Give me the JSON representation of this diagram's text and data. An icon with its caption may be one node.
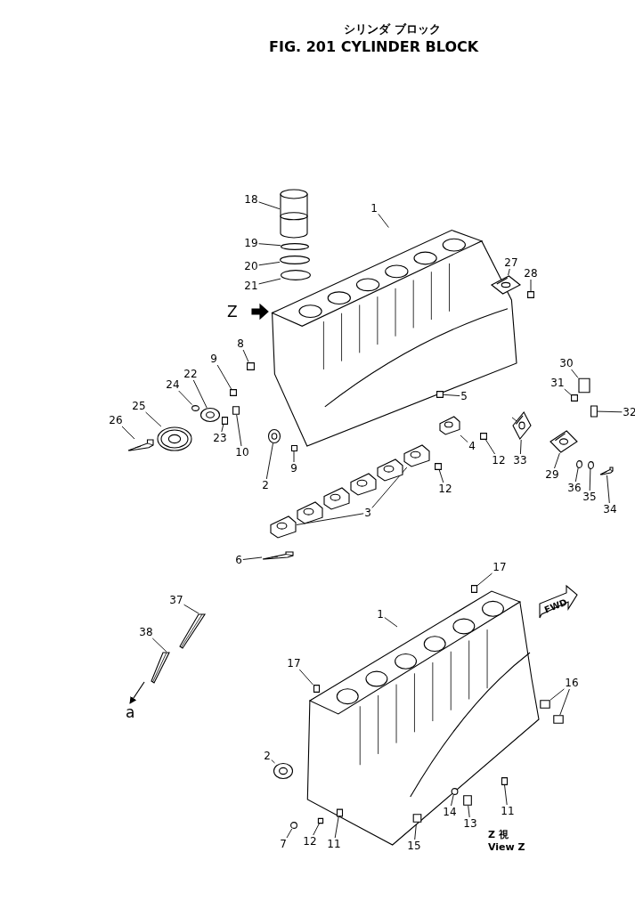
{
  "diagram": {
    "title": "FIG. 201 CYLINDER BLOCK",
    "nodes": [
      {
        "text": [
          "1"
        ]
      },
      {
        "text": [
          "18"
        ]
      },
      {
        "text": [
          "19"
        ]
      },
      {
        "text": [
          "20"
        ]
      },
      {
        "text": [
          "21"
        ]
      },
      {
        "text": [
          "27"
        ]
      },
      {
        "text": [
          "28"
        ]
      },
      {
        "text": [
          "8"
        ]
      },
      {
        "text": [
          "9"
        ]
      },
      {
        "text": [
          "22"
        ]
      },
      {
        "text": [
          "24"
        ]
      },
      {
        "text": [
          "25"
        ]
      },
      {
        "text": [
          "26"
        ]
      },
      {
        "text": [
          "23"
        ]
      },
      {
        "text": [
          "10"
        ]
      },
      {
        "text": [
          "9"
        ]
      },
      {
        "text": [
          "2"
        ]
      },
      {
        "text": [
          "5"
        ]
      },
      {
        "text": [
          "12"
        ]
      },
      {
        "text": [
          "4"
        ]
      },
      {
        "text": [
          "12"
        ]
      },
      {
        "text": [
          "3"
        ]
      },
      {
        "text": [
          "6"
        ]
      },
      {
        "text": [
          "33"
        ]
      },
      {
        "text": [
          "30"
        ]
      },
      {
        "text": [
          "31"
        ]
      },
      {
        "text": [
          "32"
        ]
      },
      {
        "text": [
          "29"
        ]
      },
      {
        "text": [
          "36"
        ]
      },
      {
        "text": [
          "35"
        ]
      },
      {
        "text": [
          "34"
        ]
      },
      {
        "text": [
          "17"
        ]
      },
      {
        "text": [
          "1"
        ]
      },
      {
        "text": [
          "37"
        ]
      },
      {
        "text": [
          "38"
        ]
      },
      {
        "text": [
          "17"
        ]
      },
      {
        "text": [
          "16"
        ]
      },
      {
        "text": [
          "2"
        ]
      },
      {
        "text": [
          "11"
        ]
      },
      {
        "text": [
          "14"
        ]
      },
      {
        "text": [
          "13"
        ]
      },
      {
        "text": [
          "7"
        ]
      },
      {
        "text": [
          "12"
        ]
      },
      {
        "text": [
          "11"
        ]
      },
      {
        "text": [
          "15"
        ]
      },
      {
        "text": [],
        "shape": "picture"
      },
      {
        "text": [],
        "shape": "picture"
      },
      {
        "text": [],
        "shape": "circle"
      },
      {
        "text": [],
        "shape": "circle"
      },
      {
        "text": [],
        "shape": "circle"
      },
      {
        "text": [],
        "shape": "picture"
      },
      {
        "text": [],
        "shape": "box"
      },
      {
        "text": [],
        "shape": "box"
      },
      {
        "text": [],
        "shape": "box"
      },
      {
        "text": [],
        "shape": "picture"
      },
      {
        "text": [],
        "shape": "circle"
      },
      {
        "text": [],
        "shape": "picture"
      },
      {
        "text": [],
        "shape": "picture"
      },
      {
        "text": [],
        "shape": "box"
      },
      {
        "text": [],
        "shape": "box"
      },
      {
        "text": [],
        "shape": "box"
      },
      {
        "text": [],
        "shape": "picture"
      },
      {
        "text": [],
        "shape": "box"
      },
      {
        "text": [],
        "shape": "box"
      },
      {
        "text": [],
        "shape": "picture"
      },
      {
        "text": [],
        "shape": "box"
      },
      {
        "text": [],
        "shape": "picture"
      },
      {
        "text": [],
        "shape": "picture"
      },
      {
        "text": [],
        "shape": "picture"
      },
      {
        "text": [],
        "shape": "picture"
      },
      {
        "text": [],
        "shape": "picture"
      },
      {
        "text": [],
        "shape": "picture"
      },
      {
        "text": [],
        "shape": "picture"
      },
      {
        "text": [],
        "shape": "picture"
      },
      {
        "text": [],
        "shape": "box"
      },
      {
        "text": [],
        "shape": "box"
      },
      {
        "text": [],
        "shape": "box"
      },
      {
        "text": [],
        "shape": "picture"
      },
      {
        "text": [],
        "shape": "circle"
      },
      {
        "text": [],
        "shape": "circle"
      },
      {
        "text": [],
        "shape": "picture"
      },
      {
        "text": [],
        "shape": "box"
      },
      {
        "text": [],
        "shape": "picture",
        "beside": [
          "FWD"
        ]
      },
      {
        "text": [],
        "shape": "picture"
      },
      {
        "text": [],
        "shape": "picture"
      },
      {
        "text": [],
        "shape": "box"
      },
      {
        "text": [],
        "shape": "box"
      },
      {
        "text": [],
        "shape": "box"
      },
      {
        "text": [],
        "shape": "picture"
      },
      {
        "text": [],
        "shape": "box"
      },
      {
        "text": [],
        "shape": "circle",
        "in": 82
      },
      {
        "text": [],
        "shape": "box"
      },
      {
        "text": [],
        "shape": "circle"
      },
      {
        "text": [],
        "shape": "box"
      },
      {
        "text": [],
        "shape": "box",
        "in": 82
      },
      {
        "text": [],
        "shape": "box",
        "in": 82
      }
    ],
    "edges": [
      {
        "from": 0,
        "to": 45,
        "arrow": "none"
      },
      {
        "from": 1,
        "to": 46,
        "arrow": "none"
      },
      {
        "from": 2,
        "to": 47,
        "arrow": "none"
      },
      {
        "from": 3,
        "to": 48,
        "arrow": "none"
      },
      {
        "from": 4,
        "to": 49,
        "arrow": "none"
      },
      {
        "from": 5,
        "to": 50,
        "arrow": "none"
      },
      {
        "from": 6,
        "to": 51,
        "arrow": "none"
      },
      {
        "from": 7,
        "to": 52,
        "arrow": "none"
      },
      {
        "from": 8,
        "to": 53,
        "arrow": "none"
      },
      {
        "from": 9,
        "to": 54,
        "arrow": "none"
      },
      {
        "from": 10,
        "to": 55,
        "arrow": "none"
      },
      {
        "from": 11,
        "to": 56,
        "arrow": "none"
      },
      {
        "from": 12,
        "to": 57,
        "arrow": "none"
      },
      {
        "from": 13,
        "to": 58,
        "arrow": "none"
      },
      {
        "from": 14,
        "to": 59,
        "arrow": "none"
      },
      {
        "from": 15,
        "to": 60,
        "arrow": "none"
      },
      {
        "from": 16,
        "to": 61,
        "arrow": "none"
      },
      {
        "from": 17,
        "to": 62,
        "arrow": "none"
      },
      {
        "from": 18,
        "to": 63,
        "arrow": "none"
      },
      {
        "from": 19,
        "to": 64,
        "arrow": "none"
      },
      {
        "from": 20,
        "to": 65,
        "arrow": "none"
      },
      {
        "from": 21,
        "to": 66,
        "arrow": "none"
      },
      {
        "from": 21,
        "to": 71,
        "arrow": "none"
      },
      {
        "from": 22,
        "to": 72,
        "arrow": "none"
      },
      {
        "from": 23,
        "to": 73,
        "arrow": "none"
      },
      {
        "from": 24,
        "to": 74,
        "arrow": "none"
      },
      {
        "from": 25,
        "to": 75,
        "arrow": "none"
      },
      {
        "from": 26,
        "to": 76,
        "arrow": "none"
      },
      {
        "from": 27,
        "to": 77,
        "arrow": "none"
      },
      {
        "from": 28,
        "to": 78,
        "arrow": "none"
      },
      {
        "from": 29,
        "to": 79,
        "arrow": "none"
      },
      {
        "from": 30,
        "to": 80,
        "arrow": "none"
      },
      {
        "from": 31,
        "to": 81,
        "arrow": "none"
      },
      {
        "from": 32,
        "to": 82,
        "arrow": "none"
      },
      {
        "from": 33,
        "to": 83,
        "arrow": "none"
      },
      {
        "from": 34,
        "to": 84,
        "arrow": "none"
      },
      {
        "from": 35,
        "to": 85,
        "arrow": "none"
      },
      {
        "from": 36,
        "to": 86,
        "arrow": "none"
      },
      {
        "from": 36,
        "to": 87,
        "arrow": "none"
      },
      {
        "from": 37,
        "to": 88,
        "arrow": "none"
      },
      {
        "from": 38,
        "to": 89,
        "arrow": "none"
      },
      {
        "from": 39,
        "to": 90,
        "arrow": "none"
      },
      {
        "from": 40,
        "to": 91,
        "arrow": "none"
      },
      {
        "from": 41,
        "to": 92,
        "arrow": "none"
      },
      {
        "from": 42,
        "to": 93,
        "arrow": "none"
      },
      {
        "from": 43,
        "to": 94,
        "arrow": "none"
      },
      {
        "from": 44,
        "to": 95,
        "arrow": "none"
      },
      {
        "from": 73,
        "to": 45,
        "arrow": "none"
      }
    ],
    "labels": [
      "シリンダ ブロック",
      "Z",
      "a",
      "Z 視",
      "View Z"
    ]
  }
}
